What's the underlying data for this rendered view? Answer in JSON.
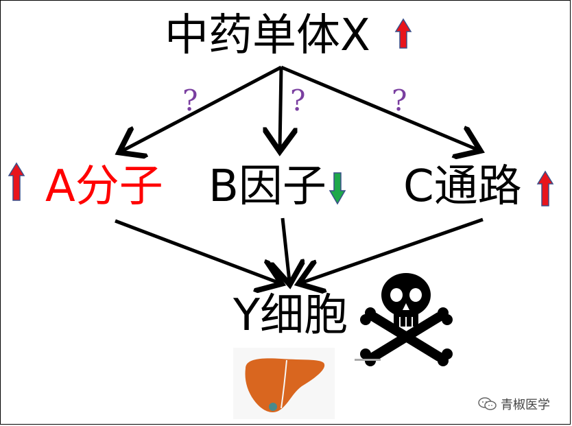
{
  "diagram": {
    "top": {
      "text": "中药单体X",
      "indicator": "up"
    },
    "nodes": {
      "a": {
        "text": "A分子",
        "indicator": "up"
      },
      "b": {
        "text": "B因子",
        "indicator": "down"
      },
      "c": {
        "text": "C通路",
        "indicator": "up"
      }
    },
    "target": {
      "text": "Y细胞"
    },
    "question_marks": [
      "?",
      "?",
      "?"
    ]
  },
  "watermark": {
    "text": "青椒医学"
  },
  "colors": {
    "up_arrow": "#e8141c",
    "down_arrow": "#1ea84a",
    "arrow_outline": "#3a4f8a",
    "question": "#7a3fa0",
    "a_text": "#ff0000",
    "liver": "#d9661f"
  },
  "icons": [
    "skull-crossbones-icon",
    "liver-icon",
    "wechat-icon"
  ]
}
